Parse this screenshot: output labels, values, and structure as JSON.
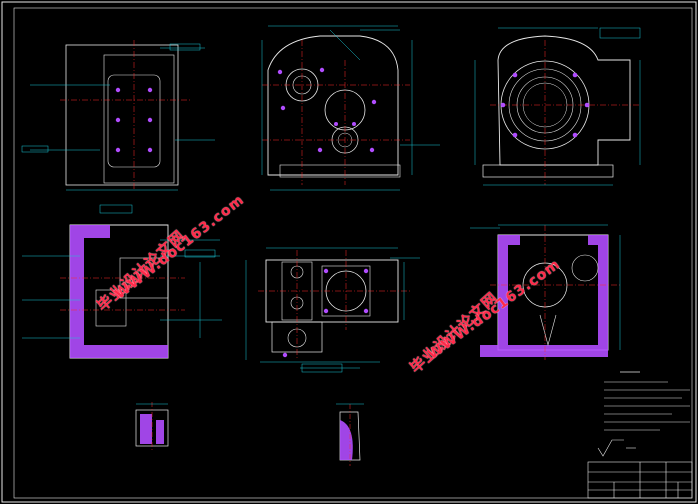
{
  "drawing": {
    "colors": {
      "background": "#000000",
      "outline": "#e8e8e8",
      "dimension": "#19c7d8",
      "centerline": "#ff2a2a",
      "hatch": "#b14dff",
      "watermark": "#ff2a4a"
    },
    "watermarks": [
      "毕业设计论文网",
      "WWW.doc163.com",
      "毕业设计论文网",
      "WWW.doc163.com"
    ]
  }
}
